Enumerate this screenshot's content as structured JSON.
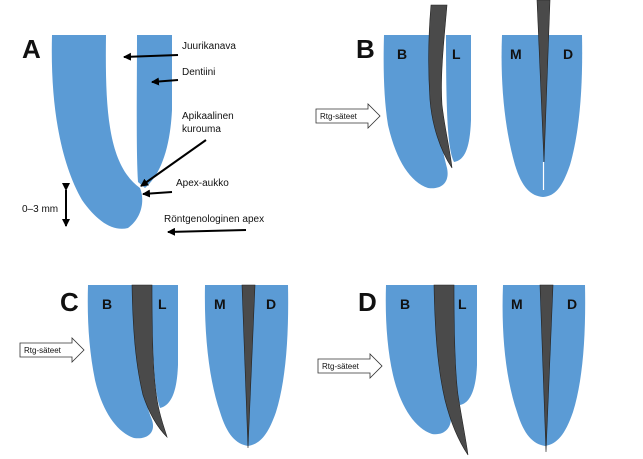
{
  "colors": {
    "tooth": "#5b9bd5",
    "file": "#4a4a4a",
    "arrow": "#000000",
    "background": "#ffffff"
  },
  "panels": {
    "A": {
      "letter": "A"
    },
    "B": {
      "letter": "B",
      "left_root": [
        "B",
        "L"
      ],
      "right_root": [
        "M",
        "D"
      ],
      "beam": "Rtg-säteet"
    },
    "C": {
      "letter": "C",
      "left_root": [
        "B",
        "L"
      ],
      "right_root": [
        "M",
        "D"
      ],
      "beam": "Rtg-säteet"
    },
    "D": {
      "letter": "D",
      "left_root": [
        "B",
        "L"
      ],
      "right_root": [
        "M",
        "D"
      ],
      "beam": "Rtg-säteet"
    }
  },
  "annotations": {
    "canal": "Juurikanava",
    "dentin": "Dentiini",
    "constriction_line1": "Apikaalinen",
    "constriction_line2": "kurouma",
    "foramen": "Apex-aukko",
    "radiographic_apex": "Röntgenologinen apex",
    "distance": "0–3 mm"
  }
}
